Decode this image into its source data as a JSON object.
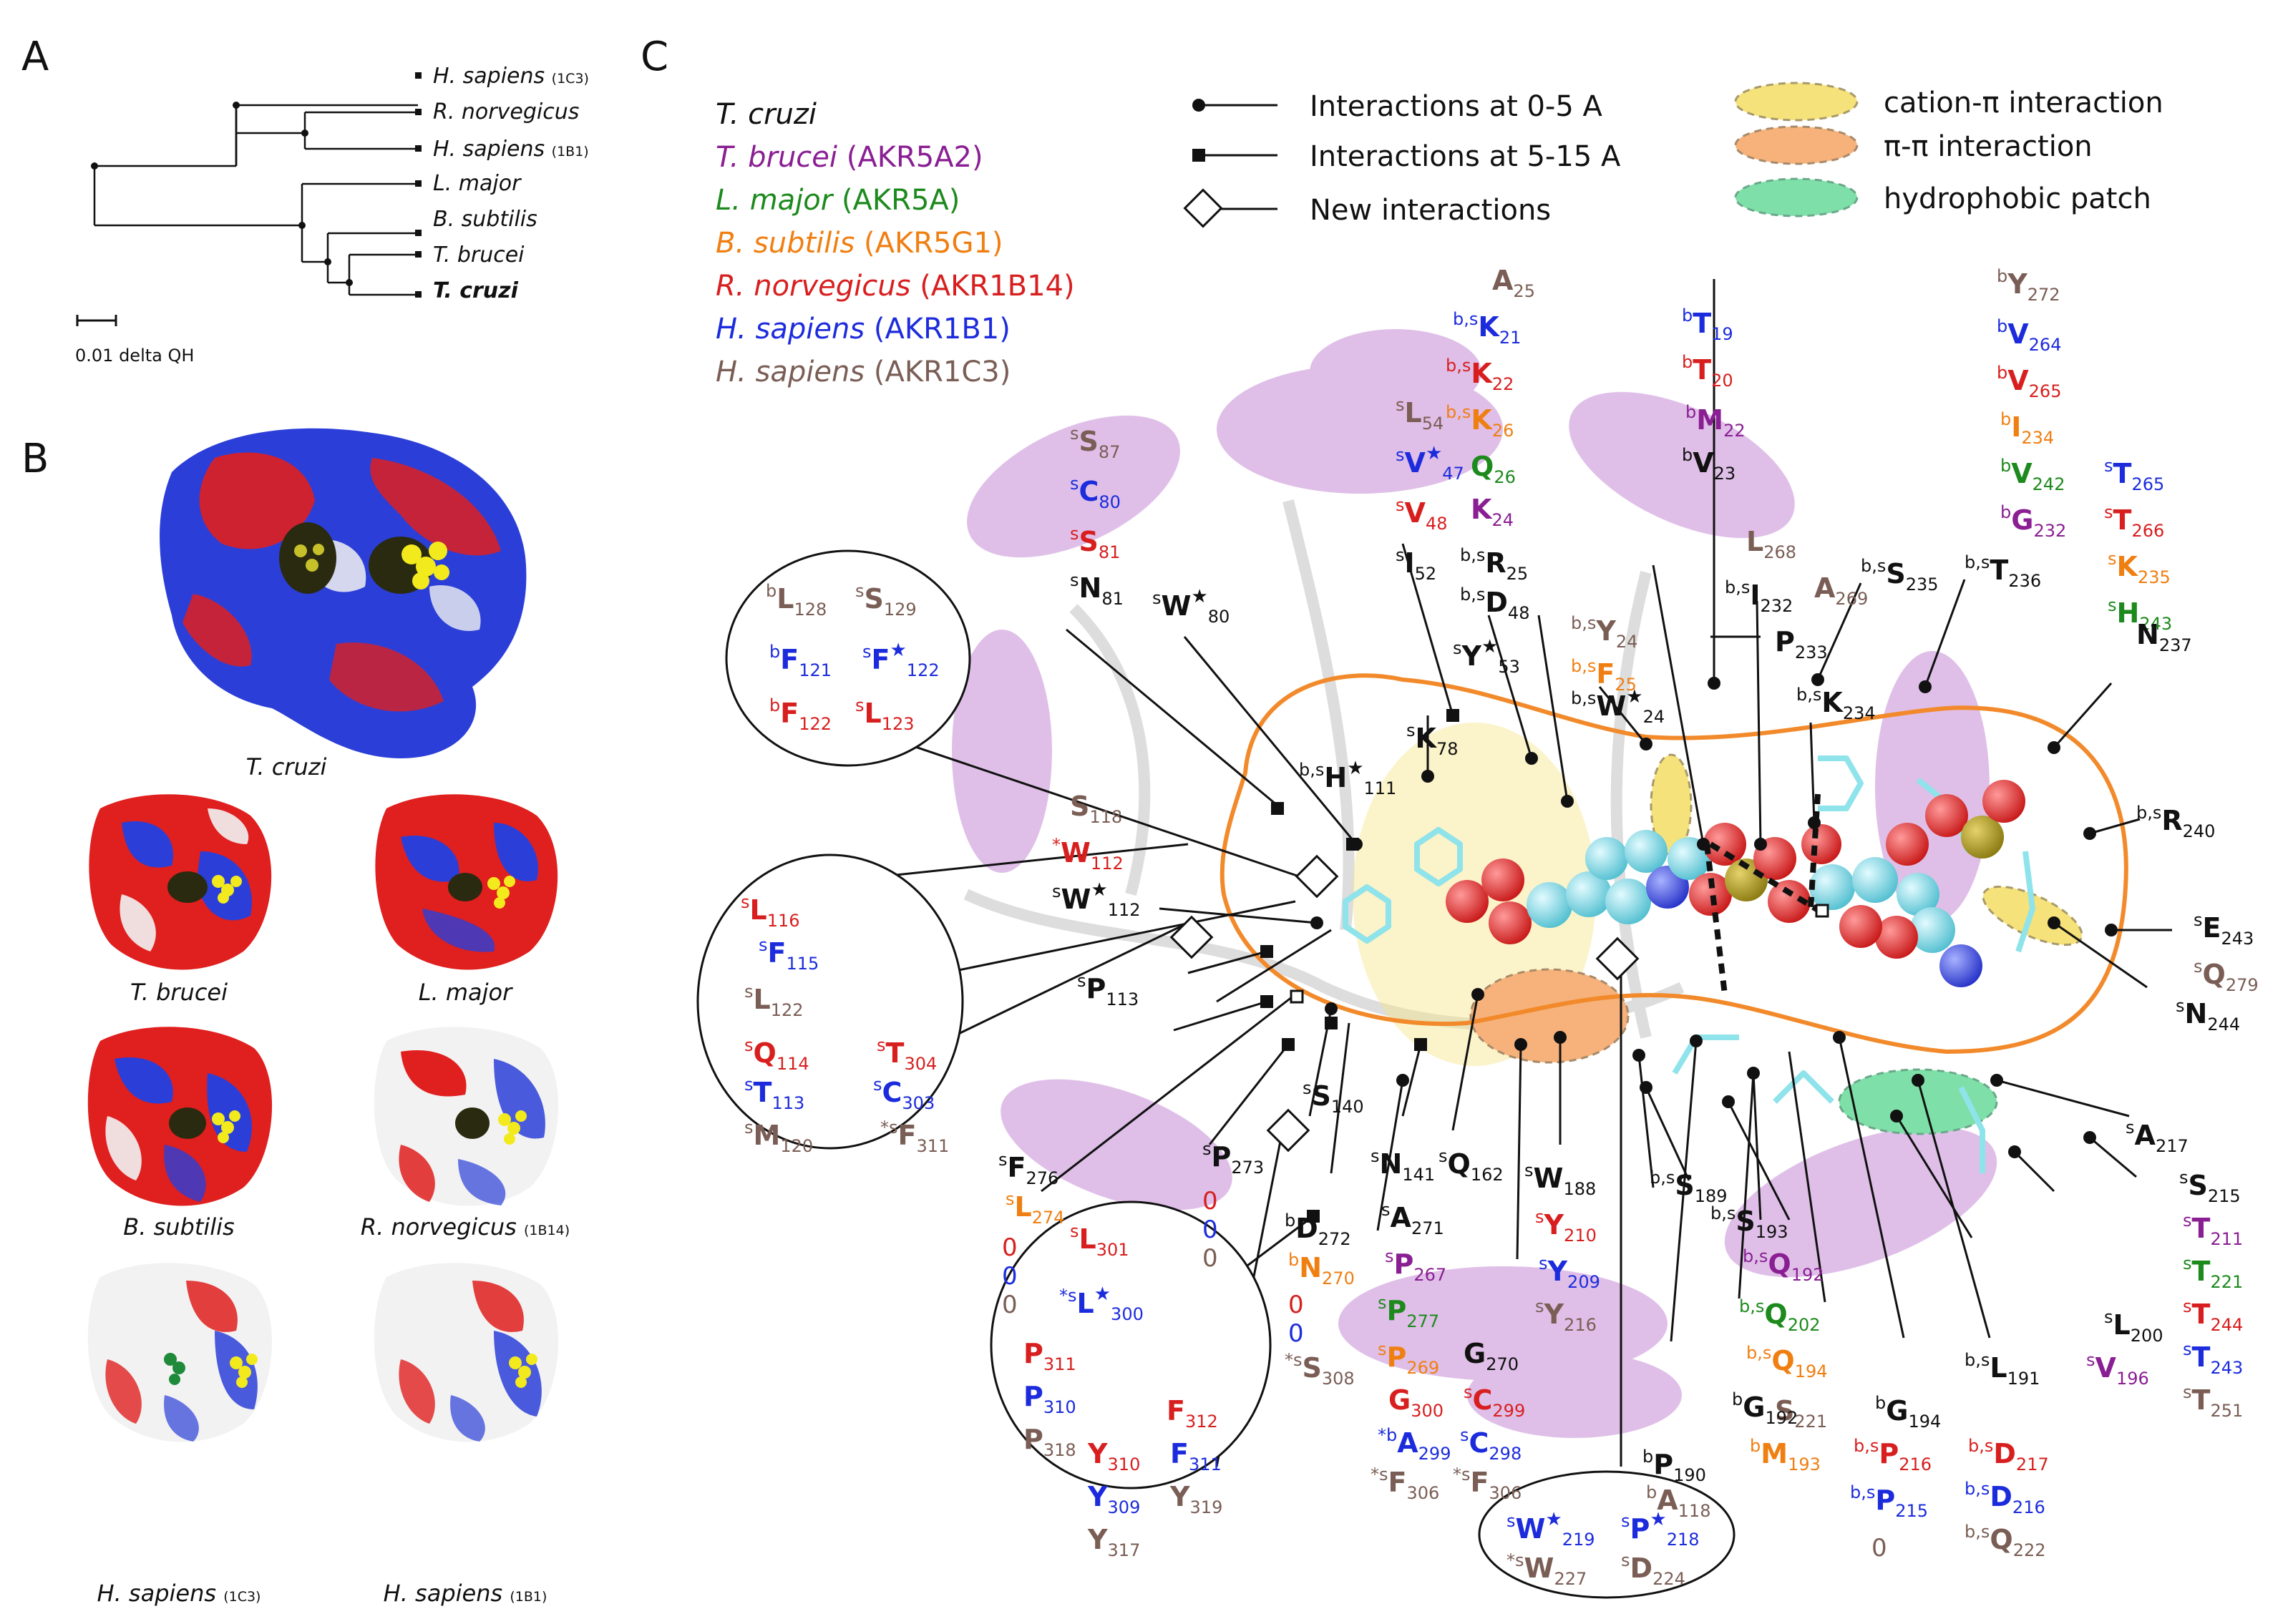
{
  "panels": {
    "a": "A",
    "b": "B",
    "c": "C"
  },
  "colors": {
    "tcruzi": "#111111",
    "tbrucei": "#8a1f93",
    "lmajor": "#1d8a1d",
    "bsubtilis": "#f07f12",
    "rnorvegicus": "#d81f1f",
    "hsapiens_1b1": "#1c2cdc",
    "hsapiens_1c3": "#7a5e55",
    "loop": "#f28a2b",
    "cation_pi": "#f6e27a",
    "pi_pi": "#f6b27a",
    "hydrophobic": "#7ee0a8",
    "helix": "#c58bd6",
    "ligand_carbon": "#8fe3ea",
    "ligand_oxygen": "#f05656"
  },
  "tree": {
    "leaves": [
      {
        "name": "H. sapiens",
        "sub": "(1C3)"
      },
      {
        "name": "R. norvegicus",
        "sub": ""
      },
      {
        "name": "H. sapiens",
        "sub": "(1B1)"
      },
      {
        "name": "L. major",
        "sub": ""
      },
      {
        "name": "B. subtilis",
        "sub": ""
      },
      {
        "name": "T. brucei",
        "sub": ""
      },
      {
        "name": "T. cruzi",
        "sub": "",
        "bold": true
      }
    ],
    "scale_label": "0.01 delta QH"
  },
  "surfaces": [
    {
      "name": "T. cruzi",
      "sub": ""
    },
    {
      "name": "T. brucei",
      "sub": ""
    },
    {
      "name": "L. major",
      "sub": ""
    },
    {
      "name": "B. subtilis",
      "sub": ""
    },
    {
      "name": "R. norvegicus",
      "sub": "(1B14)"
    },
    {
      "name": "H. sapiens",
      "sub": "(1C3)"
    },
    {
      "name": "H. sapiens",
      "sub": "(1B1)"
    }
  ],
  "species_legend": [
    {
      "name": "T. cruzi",
      "code": "",
      "color": "#111111"
    },
    {
      "name": "T. brucei",
      "code": "(AKR5A2)",
      "color": "#8a1f93"
    },
    {
      "name": "L. major",
      "code": "(AKR5A)",
      "color": "#1d8a1d"
    },
    {
      "name": "B. subtilis",
      "code": "(AKR5G1)",
      "color": "#f07f12"
    },
    {
      "name": "R. norvegicus",
      "code": "(AKR1B14)",
      "color": "#d81f1f"
    },
    {
      "name": "H. sapiens",
      "code": "(AKR1B1)",
      "color": "#1c2cdc"
    },
    {
      "name": "H. sapiens",
      "code": "(AKR1C3)",
      "color": "#7a5e55"
    }
  ],
  "interaction_legend": [
    {
      "marker": "circle",
      "label": "Interactions at 0-5 A"
    },
    {
      "marker": "square",
      "label": "Interactions at 5-15 A"
    },
    {
      "marker": "diamond",
      "label": "New interactions"
    }
  ],
  "patch_legend": [
    {
      "label": "cation-π interaction",
      "color": "#f6e27a"
    },
    {
      "label": "π-π interaction",
      "color": "#f6b27a"
    },
    {
      "label": "hydrophobic patch",
      "color": "#7ee0a8"
    }
  ],
  "residues": [
    {
      "c": "#7a5e55",
      "aa": "A",
      "num": "25"
    },
    {
      "c": "#1c2cdc",
      "pre": "b,s",
      "aa": "K",
      "num": "21"
    },
    {
      "c": "#d81f1f",
      "pre": "b,s",
      "aa": "K",
      "num": "22"
    },
    {
      "c": "#f07f12",
      "pre": "b,s",
      "aa": "K",
      "num": "26"
    },
    {
      "c": "#1d8a1d",
      "aa": "Q",
      "num": "26"
    },
    {
      "c": "#8a1f93",
      "aa": "K",
      "num": "24"
    },
    {
      "c": "#111111",
      "pre": "b,s",
      "aa": "R",
      "num": "25"
    },
    {
      "c": "#1c2cdc",
      "pre": "b",
      "aa": "T",
      "num": "19"
    },
    {
      "c": "#d81f1f",
      "pre": "b",
      "aa": "T",
      "num": "20"
    },
    {
      "c": "#8a1f93",
      "pre": "b",
      "aa": "M",
      "num": "22"
    },
    {
      "c": "#111111",
      "pre": "b",
      "aa": "V",
      "num": "23"
    },
    {
      "c": "#7a5e55",
      "pre": "b",
      "aa": "Y",
      "num": "272"
    },
    {
      "c": "#1c2cdc",
      "pre": "b",
      "aa": "V",
      "num": "264"
    },
    {
      "c": "#d81f1f",
      "pre": "b",
      "aa": "V",
      "num": "265"
    },
    {
      "c": "#f07f12",
      "pre": "b",
      "aa": "I",
      "num": "234"
    },
    {
      "c": "#1d8a1d",
      "pre": "b",
      "aa": "V",
      "num": "242"
    },
    {
      "c": "#8a1f93",
      "pre": "b",
      "aa": "G",
      "num": "232"
    },
    {
      "c": "#1c2cdc",
      "pre": "s",
      "aa": "T",
      "num": "265"
    },
    {
      "c": "#d81f1f",
      "pre": "s",
      "aa": "T",
      "num": "266"
    },
    {
      "c": "#f07f12",
      "pre": "s",
      "aa": "K",
      "num": "235"
    },
    {
      "c": "#1d8a1d",
      "pre": "s",
      "aa": "H",
      "num": "243"
    },
    {
      "c": "#111111",
      "aa": "N",
      "num": "237"
    },
    {
      "c": "#7a5e55",
      "pre": "s",
      "aa": "L",
      "num": "54"
    },
    {
      "c": "#1c2cdc",
      "pre": "s",
      "aa": "V",
      "num": "47",
      "star": "★"
    },
    {
      "c": "#d81f1f",
      "pre": "s",
      "aa": "V",
      "num": "48"
    },
    {
      "c": "#111111",
      "pre": "s",
      "aa": "I",
      "num": "52"
    },
    {
      "c": "#7a5e55",
      "pre": "s",
      "aa": "S",
      "num": "87"
    },
    {
      "c": "#1c2cdc",
      "pre": "s",
      "aa": "C",
      "num": "80"
    },
    {
      "c": "#d81f1f",
      "pre": "s",
      "aa": "S",
      "num": "81"
    },
    {
      "c": "#111111",
      "pre": "s",
      "aa": "N",
      "num": "81"
    },
    {
      "c": "#111111",
      "pre": "s",
      "aa": "W",
      "num": "80",
      "star": "★"
    },
    {
      "c": "#111111",
      "pre": "b,s",
      "aa": "D",
      "num": "48"
    },
    {
      "c": "#111111",
      "pre": "s",
      "aa": "Y",
      "num": "53",
      "star": "★"
    },
    {
      "c": "#7a5e55",
      "pre": "b,s",
      "aa": "Y",
      "num": "24"
    },
    {
      "c": "#f07f12",
      "pre": "b,s",
      "aa": "F",
      "num": "25"
    },
    {
      "c": "#111111",
      "pre": "b,s",
      "aa": "W",
      "num": "24",
      "star": "★"
    },
    {
      "c": "#7a5e55",
      "aa": "L",
      "num": "268"
    },
    {
      "c": "#111111",
      "pre": "b,s",
      "aa": "I",
      "num": "232"
    },
    {
      "c": "#7a5e55",
      "aa": "A",
      "num": "269"
    },
    {
      "c": "#111111",
      "aa": "P",
      "num": "233"
    },
    {
      "c": "#111111",
      "pre": "b,s",
      "aa": "S",
      "num": "235"
    },
    {
      "c": "#111111",
      "pre": "b,s",
      "aa": "T",
      "num": "236"
    },
    {
      "c": "#111111",
      "pre": "b,s",
      "aa": "K",
      "num": "234"
    },
    {
      "c": "#111111",
      "pre": "b,s",
      "aa": "H",
      "num": "111",
      "star": "★"
    },
    {
      "c": "#111111",
      "pre": "s",
      "aa": "K",
      "num": "78"
    },
    {
      "c": "#7a5e55",
      "pre": "b",
      "aa": "L",
      "num": "128"
    },
    {
      "c": "#7a5e55",
      "pre": "s",
      "aa": "S",
      "num": "129"
    },
    {
      "c": "#1c2cdc",
      "pre": "b",
      "aa": "F",
      "num": "121"
    },
    {
      "c": "#1c2cdc",
      "pre": "s",
      "aa": "F",
      "num": "122",
      "star": "★"
    },
    {
      "c": "#d81f1f",
      "pre": "b",
      "aa": "F",
      "num": "122"
    },
    {
      "c": "#d81f1f",
      "pre": "s",
      "aa": "L",
      "num": "123"
    },
    {
      "c": "#7a5e55",
      "aa": "S",
      "num": "118"
    },
    {
      "c": "#d81f1f",
      "pre": "*",
      "aa": "W",
      "num": "112"
    },
    {
      "c": "#111111",
      "pre": "s",
      "aa": "W",
      "num": "112",
      "star": "★"
    },
    {
      "c": "#d81f1f",
      "pre": "s",
      "aa": "L",
      "num": "116"
    },
    {
      "c": "#1c2cdc",
      "pre": "s",
      "aa": "F",
      "num": "115"
    },
    {
      "c": "#7a5e55",
      "pre": "s",
      "aa": "L",
      "num": "122"
    },
    {
      "c": "#d81f1f",
      "pre": "s",
      "aa": "Q",
      "num": "114"
    },
    {
      "c": "#d81f1f",
      "pre": "s",
      "aa": "T",
      "num": "304"
    },
    {
      "c": "#1c2cdc",
      "pre": "s",
      "aa": "T",
      "num": "113"
    },
    {
      "c": "#1c2cdc",
      "pre": "s",
      "aa": "C",
      "num": "303"
    },
    {
      "c": "#7a5e55",
      "pre": "s",
      "aa": "M",
      "num": "120"
    },
    {
      "c": "#7a5e55",
      "pre": "*s",
      "aa": "F",
      "num": "311"
    },
    {
      "c": "#111111",
      "pre": "s",
      "aa": "P",
      "num": "113"
    },
    {
      "c": "#111111",
      "pre": "s",
      "aa": "S",
      "num": "140"
    },
    {
      "c": "#111111",
      "pre": "s",
      "aa": "F",
      "num": "276"
    },
    {
      "c": "#f07f12",
      "pre": "s",
      "aa": "L",
      "num": "274"
    },
    {
      "c": "#d81f1f",
      "zero": "0"
    },
    {
      "c": "#1c2cdc",
      "zero": "0"
    },
    {
      "c": "#7a5e55",
      "zero": "0"
    },
    {
      "c": "#d81f1f",
      "pre": "s",
      "aa": "L",
      "num": "301"
    },
    {
      "c": "#1c2cdc",
      "pre": "*s",
      "aa": "L",
      "num": "300",
      "star": "★"
    },
    {
      "c": "#111111",
      "pre": "s",
      "aa": "P",
      "num": "273"
    },
    {
      "c": "#d81f1f",
      "zero": "0"
    },
    {
      "c": "#1c2cdc",
      "zero": "0"
    },
    {
      "c": "#7a5e55",
      "zero": "0"
    },
    {
      "c": "#111111",
      "pre": "b",
      "aa": "D",
      "num": "272"
    },
    {
      "c": "#f07f12",
      "pre": "b",
      "aa": "N",
      "num": "270"
    },
    {
      "c": "#d81f1f",
      "zero": "0"
    },
    {
      "c": "#1c2cdc",
      "zero": "0"
    },
    {
      "c": "#7a5e55",
      "pre": "*s",
      "aa": "S",
      "num": "308"
    },
    {
      "c": "#111111",
      "pre": "s",
      "aa": "N",
      "num": "141"
    },
    {
      "c": "#111111",
      "pre": "s",
      "aa": "A",
      "num": "271"
    },
    {
      "c": "#8a1f93",
      "pre": "s",
      "aa": "P",
      "num": "267"
    },
    {
      "c": "#1d8a1d",
      "pre": "s",
      "aa": "P",
      "num": "277"
    },
    {
      "c": "#f07f12",
      "pre": "s",
      "aa": "P",
      "num": "269"
    },
    {
      "c": "#d81f1f",
      "aa": "G",
      "num": "300"
    },
    {
      "c": "#1c2cdc",
      "pre": "*b",
      "aa": "A",
      "num": "299"
    },
    {
      "c": "#7a5e55",
      "pre": "*s",
      "aa": "F",
      "num": "306"
    },
    {
      "c": "#111111",
      "pre": "s",
      "aa": "Q",
      "num": "162"
    },
    {
      "c": "#111111",
      "aa": "G",
      "num": "270"
    },
    {
      "c": "#d81f1f",
      "pre": "s",
      "aa": "C",
      "num": "299"
    },
    {
      "c": "#1c2cdc",
      "pre": "s",
      "aa": "C",
      "num": "298"
    },
    {
      "c": "#7a5e55",
      "pre": "*s",
      "aa": "F",
      "num": "306"
    },
    {
      "c": "#111111",
      "pre": "s",
      "aa": "W",
      "num": "188"
    },
    {
      "c": "#d81f1f",
      "pre": "s",
      "aa": "Y",
      "num": "210"
    },
    {
      "c": "#1c2cdc",
      "pre": "s",
      "aa": "Y",
      "num": "209"
    },
    {
      "c": "#7a5e55",
      "pre": "s",
      "aa": "Y",
      "num": "216"
    },
    {
      "c": "#111111",
      "pre": "b,s",
      "aa": "S",
      "num": "189"
    },
    {
      "c": "#111111",
      "pre": "b,s",
      "aa": "S",
      "num": "193"
    },
    {
      "c": "#8a1f93",
      "pre": "b,s",
      "aa": "Q",
      "num": "192"
    },
    {
      "c": "#1d8a1d",
      "pre": "b,s",
      "aa": "Q",
      "num": "202"
    },
    {
      "c": "#f07f12",
      "pre": "b,s",
      "aa": "Q",
      "num": "194"
    },
    {
      "c": "#7a5e55",
      "aa": "S",
      "num": "221"
    },
    {
      "c": "#111111",
      "pre": "b",
      "aa": "G",
      "num": "192"
    },
    {
      "c": "#f07f12",
      "pre": "b",
      "aa": "M",
      "num": "193"
    },
    {
      "c": "#111111",
      "pre": "b",
      "aa": "P",
      "num": "190"
    },
    {
      "c": "#7a5e55",
      "pre": "b",
      "aa": "A",
      "num": "118"
    },
    {
      "c": "#111111",
      "pre": "b",
      "aa": "G",
      "num": "194"
    },
    {
      "c": "#d81f1f",
      "pre": "b,s",
      "aa": "P",
      "num": "216"
    },
    {
      "c": "#1c2cdc",
      "pre": "b,s",
      "aa": "P",
      "num": "215"
    },
    {
      "c": "#7a5e55",
      "zero": "0"
    },
    {
      "c": "#d81f1f",
      "pre": "b,s",
      "aa": "D",
      "num": "217"
    },
    {
      "c": "#1c2cdc",
      "pre": "b,s",
      "aa": "D",
      "num": "216"
    },
    {
      "c": "#7a5e55",
      "pre": "b,s",
      "aa": "Q",
      "num": "222"
    },
    {
      "c": "#111111",
      "pre": "b,s",
      "aa": "L",
      "num": "191"
    },
    {
      "c": "#111111",
      "pre": "s",
      "aa": "L",
      "num": "200"
    },
    {
      "c": "#8a1f93",
      "pre": "s",
      "aa": "V",
      "num": "196"
    },
    {
      "c": "#111111",
      "pre": "s",
      "aa": "S",
      "num": "215"
    },
    {
      "c": "#8a1f93",
      "pre": "s",
      "aa": "T",
      "num": "211"
    },
    {
      "c": "#1d8a1d",
      "pre": "s",
      "aa": "T",
      "num": "221"
    },
    {
      "c": "#d81f1f",
      "pre": "s",
      "aa": "T",
      "num": "244"
    },
    {
      "c": "#1c2cdc",
      "pre": "s",
      "aa": "T",
      "num": "243"
    },
    {
      "c": "#7a5e55",
      "pre": "s",
      "aa": "T",
      "num": "251"
    },
    {
      "c": "#111111",
      "pre": "s",
      "aa": "A",
      "num": "217"
    },
    {
      "c": "#111111",
      "pre": "s",
      "aa": "N",
      "num": "244"
    },
    {
      "c": "#111111",
      "pre": "s",
      "aa": "E",
      "num": "243"
    },
    {
      "c": "#7a5e55",
      "pre": "s",
      "aa": "Q",
      "num": "279"
    },
    {
      "c": "#111111",
      "pre": "b,s",
      "aa": "R",
      "num": "240"
    },
    {
      "c": "#d81f1f",
      "aa": "P",
      "num": "311"
    },
    {
      "c": "#1c2cdc",
      "aa": "P",
      "num": "310"
    },
    {
      "c": "#7a5e55",
      "aa": "P",
      "num": "318"
    },
    {
      "c": "#d81f1f",
      "aa": "F",
      "num": "312"
    },
    {
      "c": "#1c2cdc",
      "aa": "F",
      "num": "311"
    },
    {
      "c": "#7a5e55",
      "aa": "Y",
      "num": "319"
    },
    {
      "c": "#d81f1f",
      "aa": "Y",
      "num": "310"
    },
    {
      "c": "#1c2cdc",
      "aa": "Y",
      "num": "309"
    },
    {
      "c": "#7a5e55",
      "aa": "Y",
      "num": "317"
    },
    {
      "c": "#1c2cdc",
      "pre": "s",
      "aa": "W",
      "num": "219",
      "star": "★"
    },
    {
      "c": "#1c2cdc",
      "pre": "s",
      "aa": "P",
      "num": "218",
      "star": "★"
    },
    {
      "c": "#7a5e55",
      "pre": "*s",
      "aa": "W",
      "num": "227"
    },
    {
      "c": "#7a5e55",
      "pre": "s",
      "aa": "D",
      "num": "224"
    }
  ]
}
